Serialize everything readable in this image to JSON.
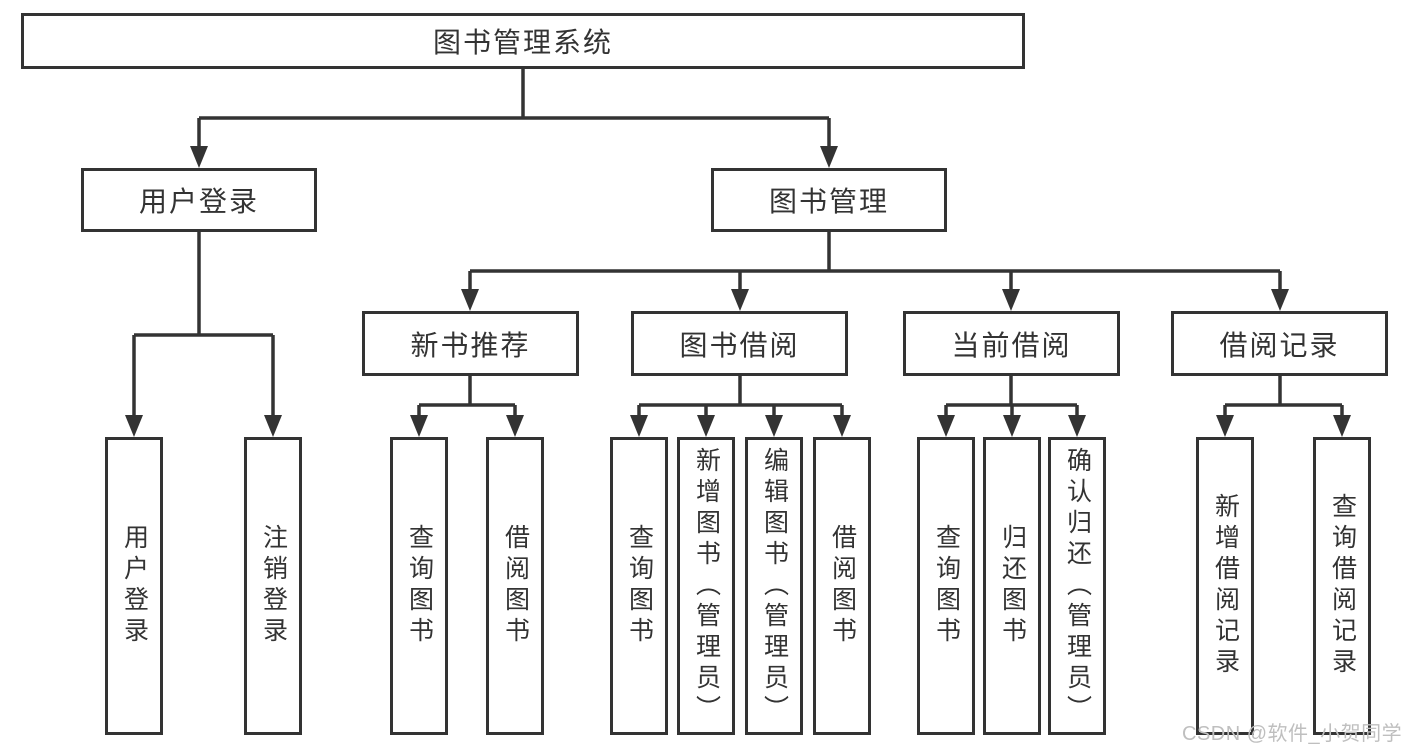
{
  "diagram": {
    "title": "图书管理系统",
    "level2": [
      {
        "label": "用户登录"
      },
      {
        "label": "图书管理"
      }
    ],
    "level3": [
      {
        "label": "新书推荐",
        "parent": "图书管理"
      },
      {
        "label": "图书借阅",
        "parent": "图书管理"
      },
      {
        "label": "当前借阅",
        "parent": "图书管理"
      },
      {
        "label": "借阅记录",
        "parent": "图书管理"
      }
    ],
    "leaves": [
      {
        "label": "用户登录",
        "parent": "用户登录"
      },
      {
        "label": "注销登录",
        "parent": "用户登录"
      },
      {
        "label": "查询图书",
        "parent": "新书推荐"
      },
      {
        "label": "借阅图书",
        "parent": "新书推荐"
      },
      {
        "label": "查询图书",
        "parent": "图书借阅"
      },
      {
        "label": "新增图书（管理员）",
        "parent": "图书借阅"
      },
      {
        "label": "编辑图书（管理员）",
        "parent": "图书借阅"
      },
      {
        "label": "借阅图书",
        "parent": "图书借阅"
      },
      {
        "label": "查询图书",
        "parent": "当前借阅"
      },
      {
        "label": "归还图书",
        "parent": "当前借阅"
      },
      {
        "label": "确认归还（管理员）",
        "parent": "当前借阅"
      },
      {
        "label": "新增借阅记录",
        "parent": "借阅记录"
      },
      {
        "label": "查询借阅记录",
        "parent": "借阅记录"
      }
    ]
  },
  "watermark": {
    "text": "CSDN @软件_小贺同学"
  },
  "colors": {
    "line": "#333333",
    "box_border": "#333333",
    "text": "#333333",
    "watermark": "#bfbfbf",
    "background": "#ffffff"
  }
}
